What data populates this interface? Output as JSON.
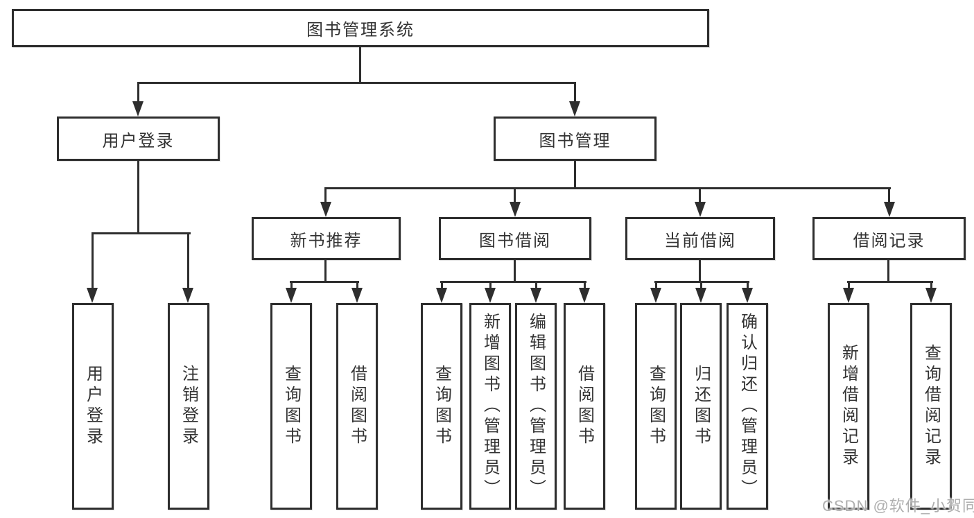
{
  "tree": {
    "label": "图书管理系统",
    "children": [
      {
        "label": "用户登录",
        "children": [
          {
            "label": "用户登录"
          },
          {
            "label": "注销登录"
          }
        ]
      },
      {
        "label": "图书管理",
        "children": [
          {
            "label": "新书推荐",
            "children": [
              {
                "label": "查询图书"
              },
              {
                "label": "借阅图书"
              }
            ]
          },
          {
            "label": "图书借阅",
            "children": [
              {
                "label": "查询图书"
              },
              {
                "label": "新增图书（管理员）"
              },
              {
                "label": "编辑图书（管理员）"
              },
              {
                "label": "借阅图书"
              }
            ]
          },
          {
            "label": "当前借阅",
            "children": [
              {
                "label": "查询图书"
              },
              {
                "label": "归还图书"
              },
              {
                "label": "确认归还（管理员）"
              }
            ]
          },
          {
            "label": "借阅记录",
            "children": [
              {
                "label": "新增借阅记录"
              },
              {
                "label": "查询借阅记录"
              }
            ]
          }
        ]
      }
    ]
  },
  "watermark": {
    "text": "CSDN @软件_小贺同学"
  },
  "colors": {
    "line": "#2e2e2e",
    "text": "#333333",
    "background": "#ffffff",
    "watermark": "#aeaeae"
  }
}
